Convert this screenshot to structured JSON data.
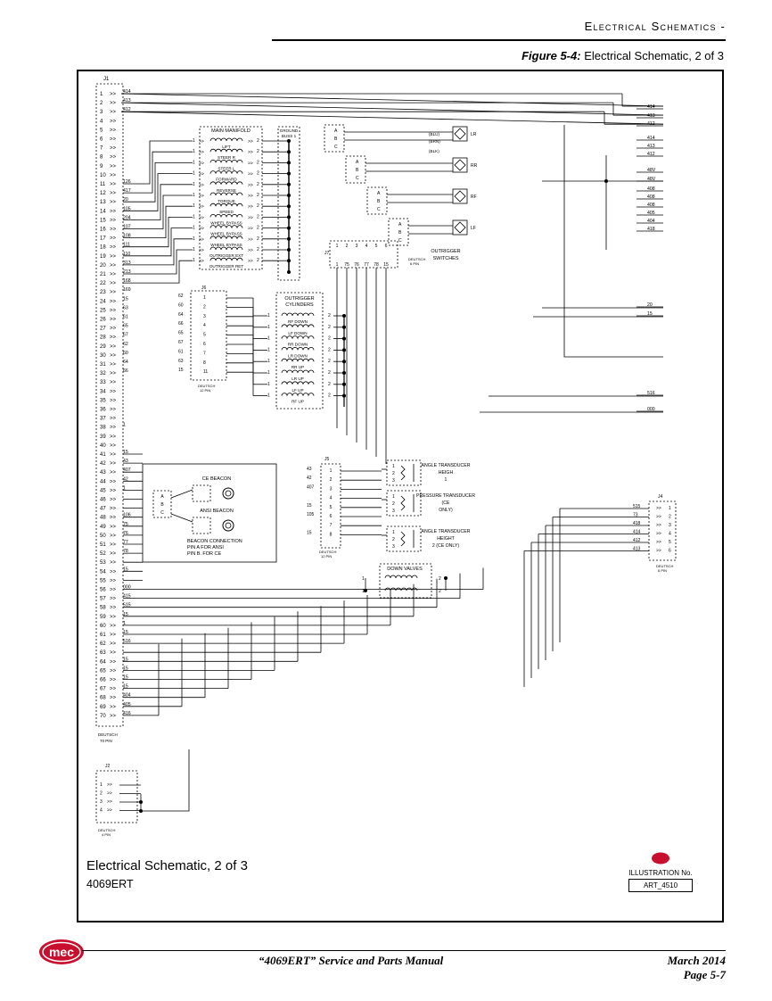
{
  "header": {
    "section": "Electrical Schematics -",
    "figure_label": "Figure 5-4:",
    "figure_title": "Electrical Schematic, 2 of 3"
  },
  "connectors": {
    "j1": {
      "label": "J1",
      "type": "DEUTSCH",
      "pins": "70 PIN"
    },
    "j2": {
      "label": "J2",
      "type": "DEUTSCH",
      "pins": "4 PIN"
    },
    "j4": {
      "label": "J4",
      "type": "DEUTSCH",
      "pins": "6 PIN"
    },
    "j5": {
      "label": "J5",
      "type": "DEUTSCH",
      "pins": "12 PIN"
    },
    "j6": {
      "label": "J6",
      "type": "DEUTSCH",
      "pins": "12 PIN"
    },
    "j7": {
      "label": "J7",
      "type": "DEUTSCH",
      "pins": "6 PIN"
    }
  },
  "j1_wires": [
    "414",
    "413",
    "412",
    "",
    "",
    "",
    "",
    "",
    "",
    "",
    "126",
    "417",
    "20",
    "105",
    "204",
    "107",
    "108",
    "111",
    "110",
    "313",
    "213",
    "168",
    "169",
    "15",
    "63",
    "61",
    "65",
    "67",
    "62",
    "60",
    "64",
    "66",
    "",
    "",
    "",
    "",
    "",
    "1",
    "",
    "",
    "15",
    "43",
    "407",
    "42",
    "1",
    "",
    "",
    "106",
    "75",
    "76",
    "77",
    "78",
    "",
    "15",
    "",
    "000",
    "415",
    "515",
    "15",
    "1",
    "15",
    "516",
    "",
    "15",
    "15",
    "15",
    "15",
    "404",
    "405",
    "416"
  ],
  "right_wires": [
    "414",
    "413",
    "412",
    "414",
    "413",
    "412",
    "48V",
    "48V",
    "408",
    "408",
    "408",
    "405",
    "404",
    "418",
    "20",
    "15",
    "516",
    "000"
  ],
  "j4_wires": [
    "515",
    "73",
    "418",
    "414",
    "412",
    "413"
  ],
  "j6_wires": [
    "62",
    "60",
    "64",
    "66",
    "65",
    "67",
    "61",
    "63",
    "15"
  ],
  "j5_wires": [
    "43",
    "42",
    "407",
    "",
    "15",
    "105",
    "",
    "15"
  ],
  "main_manifold": {
    "title": "MAIN MANIFOLD",
    "coils": [
      "LIFT",
      "STEER R",
      "STEER L",
      "FORWARD",
      "REVERSE",
      "TORQUE",
      "SPEED",
      "WHEEL BYPASS",
      "WHEEL BYPASS",
      "WHEEL BYPASS",
      "OUTRIGGER EXT",
      "OUTRIGGER RET"
    ]
  },
  "ground_buss": "GROUND BUSS 1",
  "outrigger_cylinders": {
    "title": "OUTRIGGER CYLINDERS",
    "coils": [
      "RF DOWN",
      "LF DOWN",
      "RR DOWN",
      "LR DOWN",
      "RR UP",
      "LR UP",
      "LF UP",
      "RF UP"
    ]
  },
  "outrigger_switches": {
    "title": "OUTRIGGER SWITCHES",
    "names": [
      "LR",
      "RR",
      "RF",
      "LF"
    ],
    "colors": [
      "(BLU)",
      "(BRN)",
      "(BLK)"
    ],
    "j7_top": [
      "1",
      "2",
      "3",
      "4",
      "5",
      "6"
    ],
    "j7_bottom": [
      "1",
      "75",
      "76",
      "77",
      "78",
      "15"
    ]
  },
  "beacons": {
    "ce": "CE BEACON",
    "ansi": "ANSI BEACON",
    "note1": "BEACON CONNECTION",
    "note2": "PIN A FOR ANSI",
    "note3": "PIN B. FOR CE"
  },
  "transducers": {
    "t1": "ANGLE TRANSDUCER HEIGH 1",
    "t2": "PRESSURE TRANSDUCER (CE ONLY)",
    "t3": "ANGLE TRANSDUCER HEIGHT 2 (CE ONLY)"
  },
  "down_valves": "DOWN VALVES",
  "caption": {
    "title": "Electrical Schematic, 2 of 3",
    "model": "4069ERT"
  },
  "illustration": {
    "label": "ILLUSTRATION No.",
    "number": "ART_4510"
  },
  "footer": {
    "logo": "mec",
    "manual": "“4069ERT” Service and Parts Manual",
    "date": "March 2014",
    "page": "Page 5-7"
  }
}
